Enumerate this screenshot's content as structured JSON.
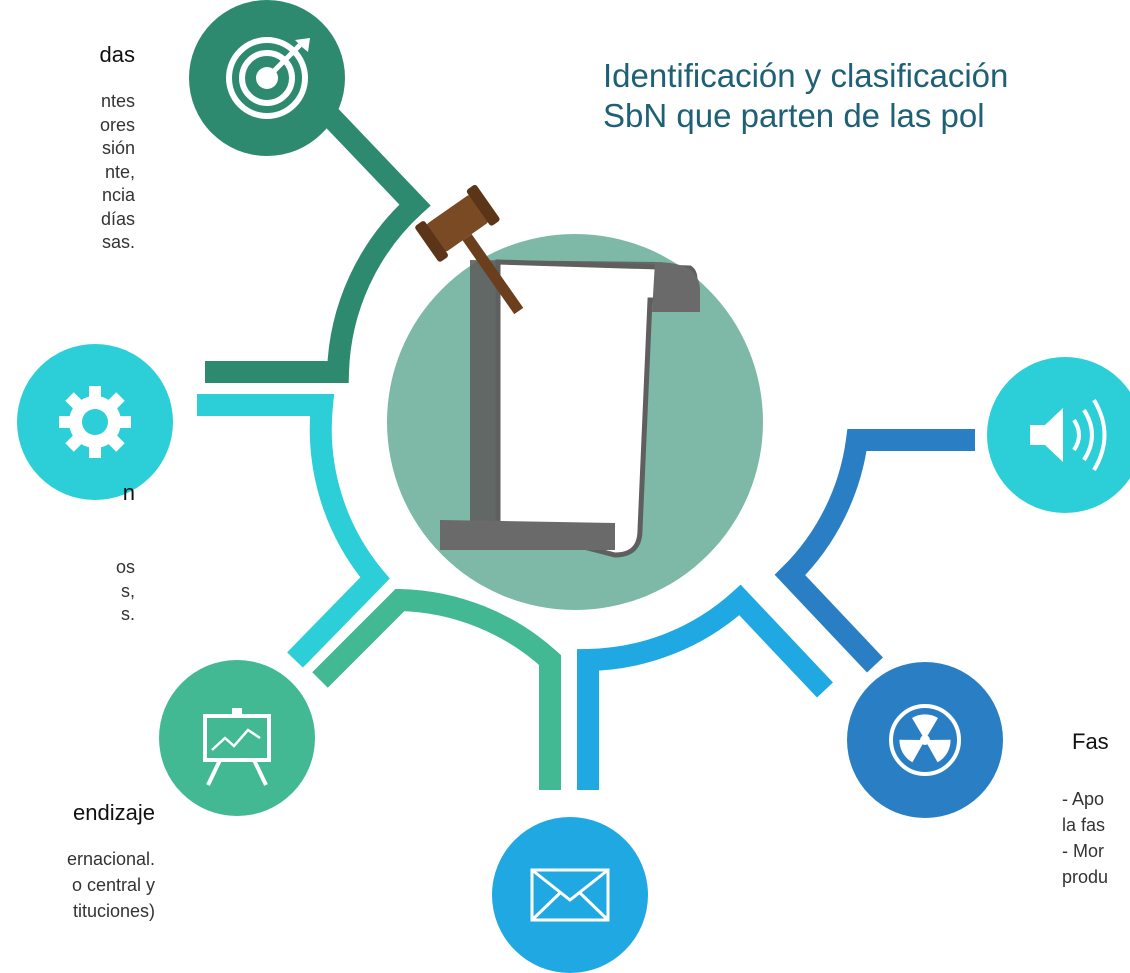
{
  "title": {
    "line1": "Identificación y clasificación",
    "line2": "SbN que parten de las pol"
  },
  "left_top": {
    "heading": "das",
    "lines": [
      "ntes",
      "ores",
      "sión",
      "nte,",
      "ncia",
      "días",
      "sas."
    ]
  },
  "left_mid": {
    "heading": "n",
    "lines": [
      "os",
      "s,",
      "s."
    ]
  },
  "left_bottom": {
    "heading": "endizaje",
    "lines": [
      "ernacional.",
      "o central y",
      "tituciones)"
    ]
  },
  "right_bottom": {
    "heading": "Fas",
    "lines": [
      "- Apo",
      "la fas",
      "- Mor",
      "produ"
    ]
  },
  "colors": {
    "dark_green": "#2e8a6e",
    "cyan": "#2ccfd8",
    "light_green": "#42b893",
    "sky_blue": "#20a8e3",
    "blue": "#2a7fc4",
    "center": "#7db9a6",
    "title": "#1e6075"
  },
  "icons": [
    "target-icon",
    "gear-icon",
    "presentation-icon",
    "mail-icon",
    "radiation-icon",
    "speaker-icon",
    "document-gavel-icon"
  ]
}
